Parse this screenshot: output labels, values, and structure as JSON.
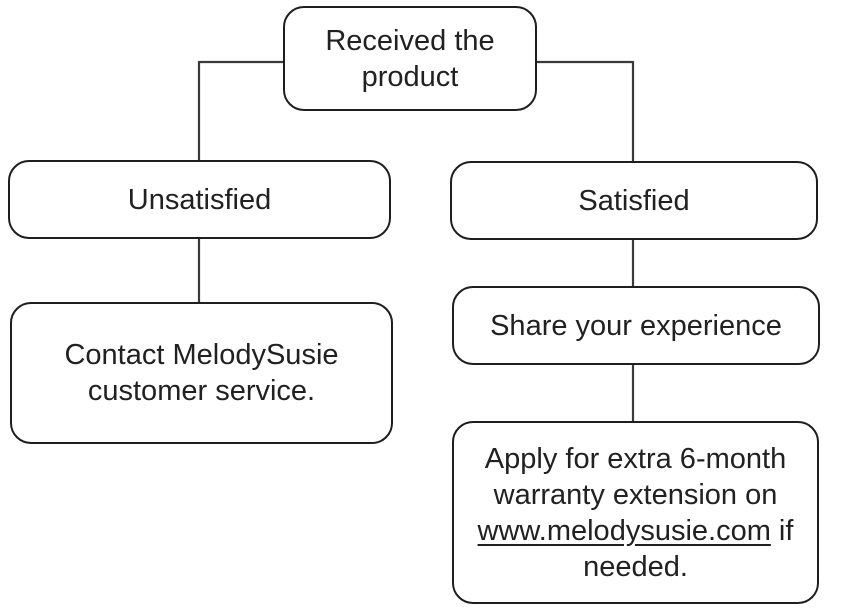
{
  "colors": {
    "background": "#ffffff",
    "node_border": "#1e1e1e",
    "node_text": "#212121",
    "connector": "#3a3a3a"
  },
  "nodes": {
    "received": {
      "label": "Received the\nproduct"
    },
    "unsatisfied": {
      "label": "Unsatisfied"
    },
    "contact": {
      "label": "Contact MelodySusie\ncustomer service."
    },
    "satisfied": {
      "label": "Satisfied"
    },
    "share": {
      "label": "Share your experience"
    },
    "apply": {
      "text_before": "Apply for extra 6-month\nwarranty extension on\n",
      "link": "www.melodysusie.com",
      "text_after": " if\nneeded."
    }
  }
}
